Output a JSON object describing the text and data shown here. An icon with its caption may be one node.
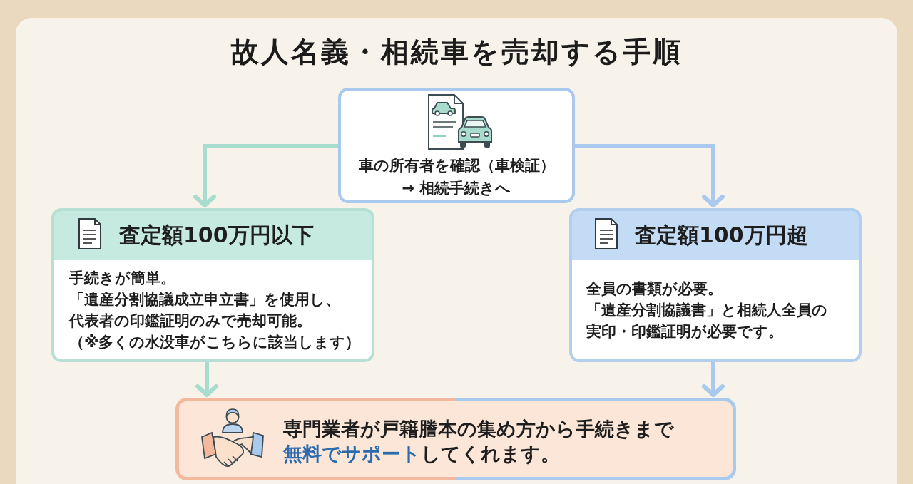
{
  "diagram": {
    "title": "故人名義・相続車を売却する手順",
    "nodes": [
      {
        "text": [
          "車の所有者を確認（車検証）→ 相続手続きへ"
        ]
      },
      {
        "text": [
          "査定額100万円以下",
          "手続きが簡単。",
          "「遺産分割協議成立申立書」を使用し、代表者の印鑑証明のみで売却可能。",
          "（※多くの水没車がこちらに該当します）"
        ]
      },
      {
        "text": [
          "査定額100万円超",
          "全員の書類が必要。",
          "「遺産分割協議書」と相続人全員の実印・印鑑証明が必要です。"
        ]
      },
      {
        "text": [
          "専門業者が戸籍謄本の集め方から手続きまで**無料でサポート**してくれます。"
        ]
      }
    ],
    "edges": [
      {
        "from": 0,
        "to": 1,
        "arrow": "to",
        "color": "#a8dccf"
      },
      {
        "from": 0,
        "to": 2,
        "arrow": "to",
        "color": "#a9c9ee"
      },
      {
        "from": 1,
        "to": 3,
        "arrow": "to",
        "color": "#a8dccf"
      },
      {
        "from": 2,
        "to": 3,
        "arrow": "to",
        "color": "#a9c9ee"
      }
    ]
  }
}
